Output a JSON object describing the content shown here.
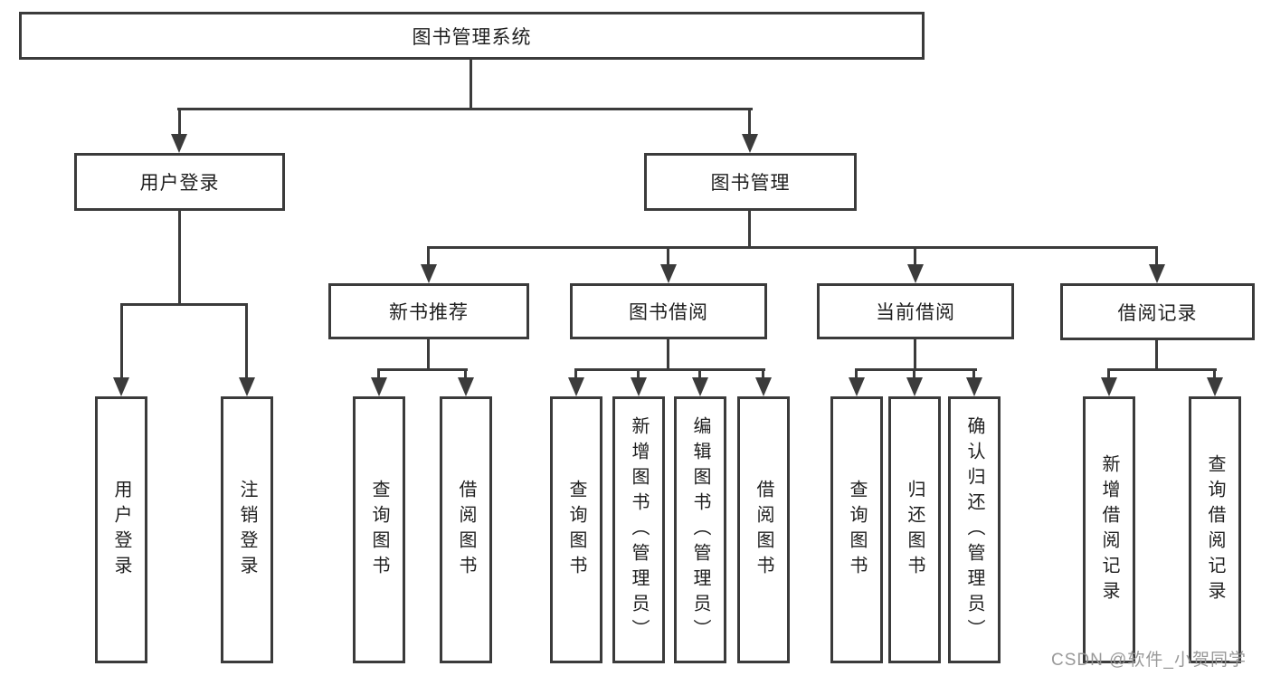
{
  "tree": {
    "root": "图书管理系统",
    "children": [
      {
        "label": "用户登录",
        "children": [
          "用户登录",
          "注销登录"
        ]
      },
      {
        "label": "图书管理",
        "children": [
          {
            "label": "新书推荐",
            "children": [
              "查询图书",
              "借阅图书"
            ]
          },
          {
            "label": "图书借阅",
            "children": [
              "查询图书",
              "新增图书（管理员）",
              "编辑图书（管理员）",
              "借阅图书"
            ]
          },
          {
            "label": "当前借阅",
            "children": [
              "查询图书",
              "归还图书",
              "确认归还（管理员）"
            ]
          },
          {
            "label": "借阅记录",
            "children": [
              "新增借阅记录",
              "查询借阅记录"
            ]
          }
        ]
      }
    ]
  },
  "watermark": {
    "text": "CSDN @软件_小贺同学"
  },
  "colors": {
    "line": "#3b3b3b",
    "box_border": "#3b3b3b",
    "box_fill": "#ffffff",
    "text": "#1f1f1f",
    "watermark": "#949494",
    "background": "#ffffff"
  }
}
